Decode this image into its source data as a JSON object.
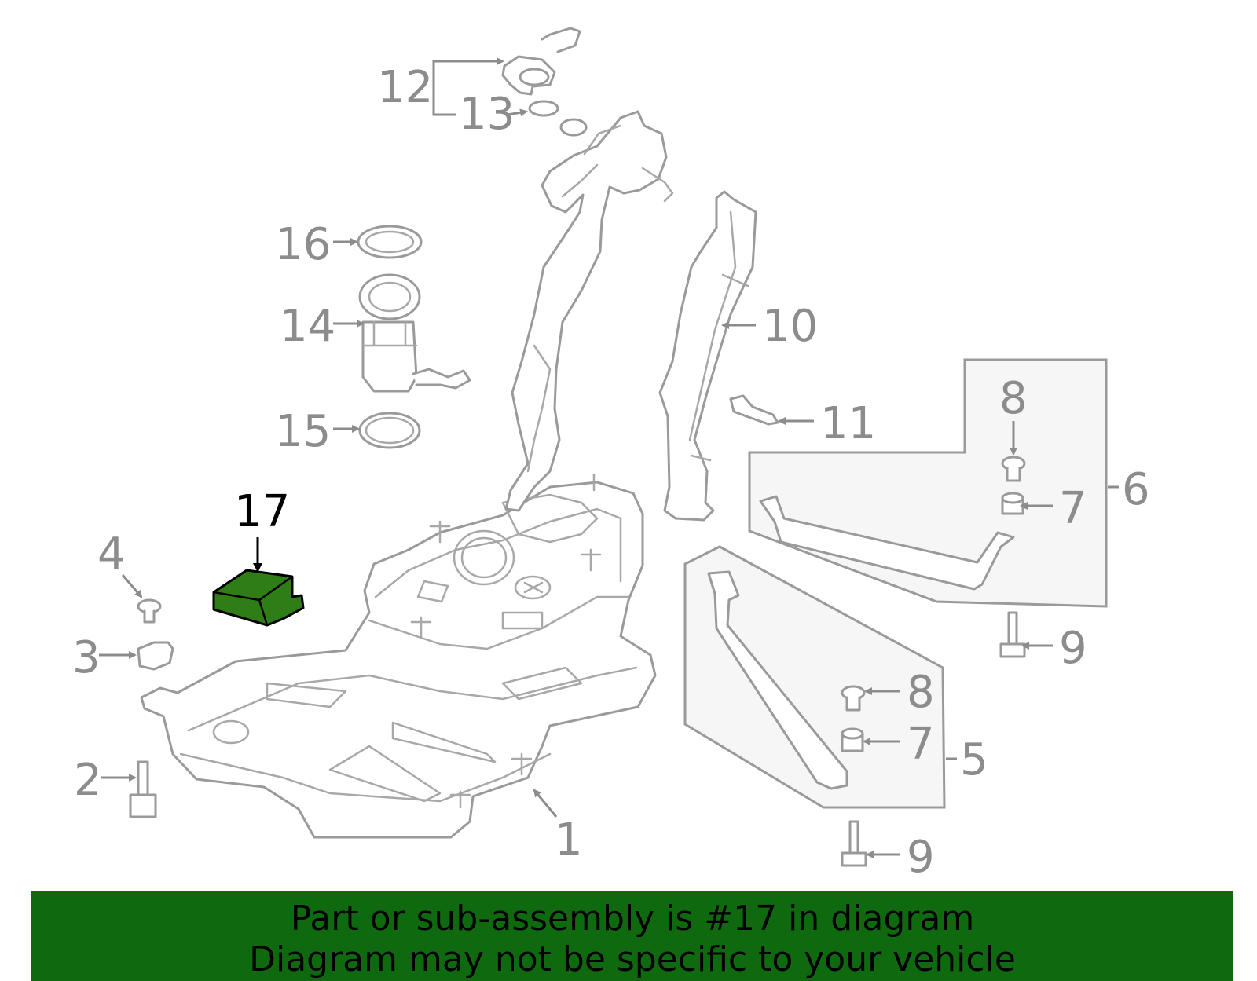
{
  "diagram": {
    "callouts": {
      "c1": "1",
      "c2": "2",
      "c3": "3",
      "c4": "4",
      "c5": "5",
      "c6": "6",
      "c7a": "7",
      "c7b": "7",
      "c8a": "8",
      "c8b": "8",
      "c9a": "9",
      "c9b": "9",
      "c10": "10",
      "c11": "11",
      "c12": "12",
      "c13": "13",
      "c14": "14",
      "c15": "15",
      "c16": "16",
      "c17": "17"
    },
    "highlighted_part": "17",
    "colors": {
      "highlight_fill": "#2e7d16",
      "banner": "#0f6a0f",
      "line_gray": "#9a9a9a"
    }
  },
  "banner": {
    "line1": "Part or sub-assembly is #17 in diagram",
    "line2": "Diagram may not be specific to your vehicle"
  }
}
